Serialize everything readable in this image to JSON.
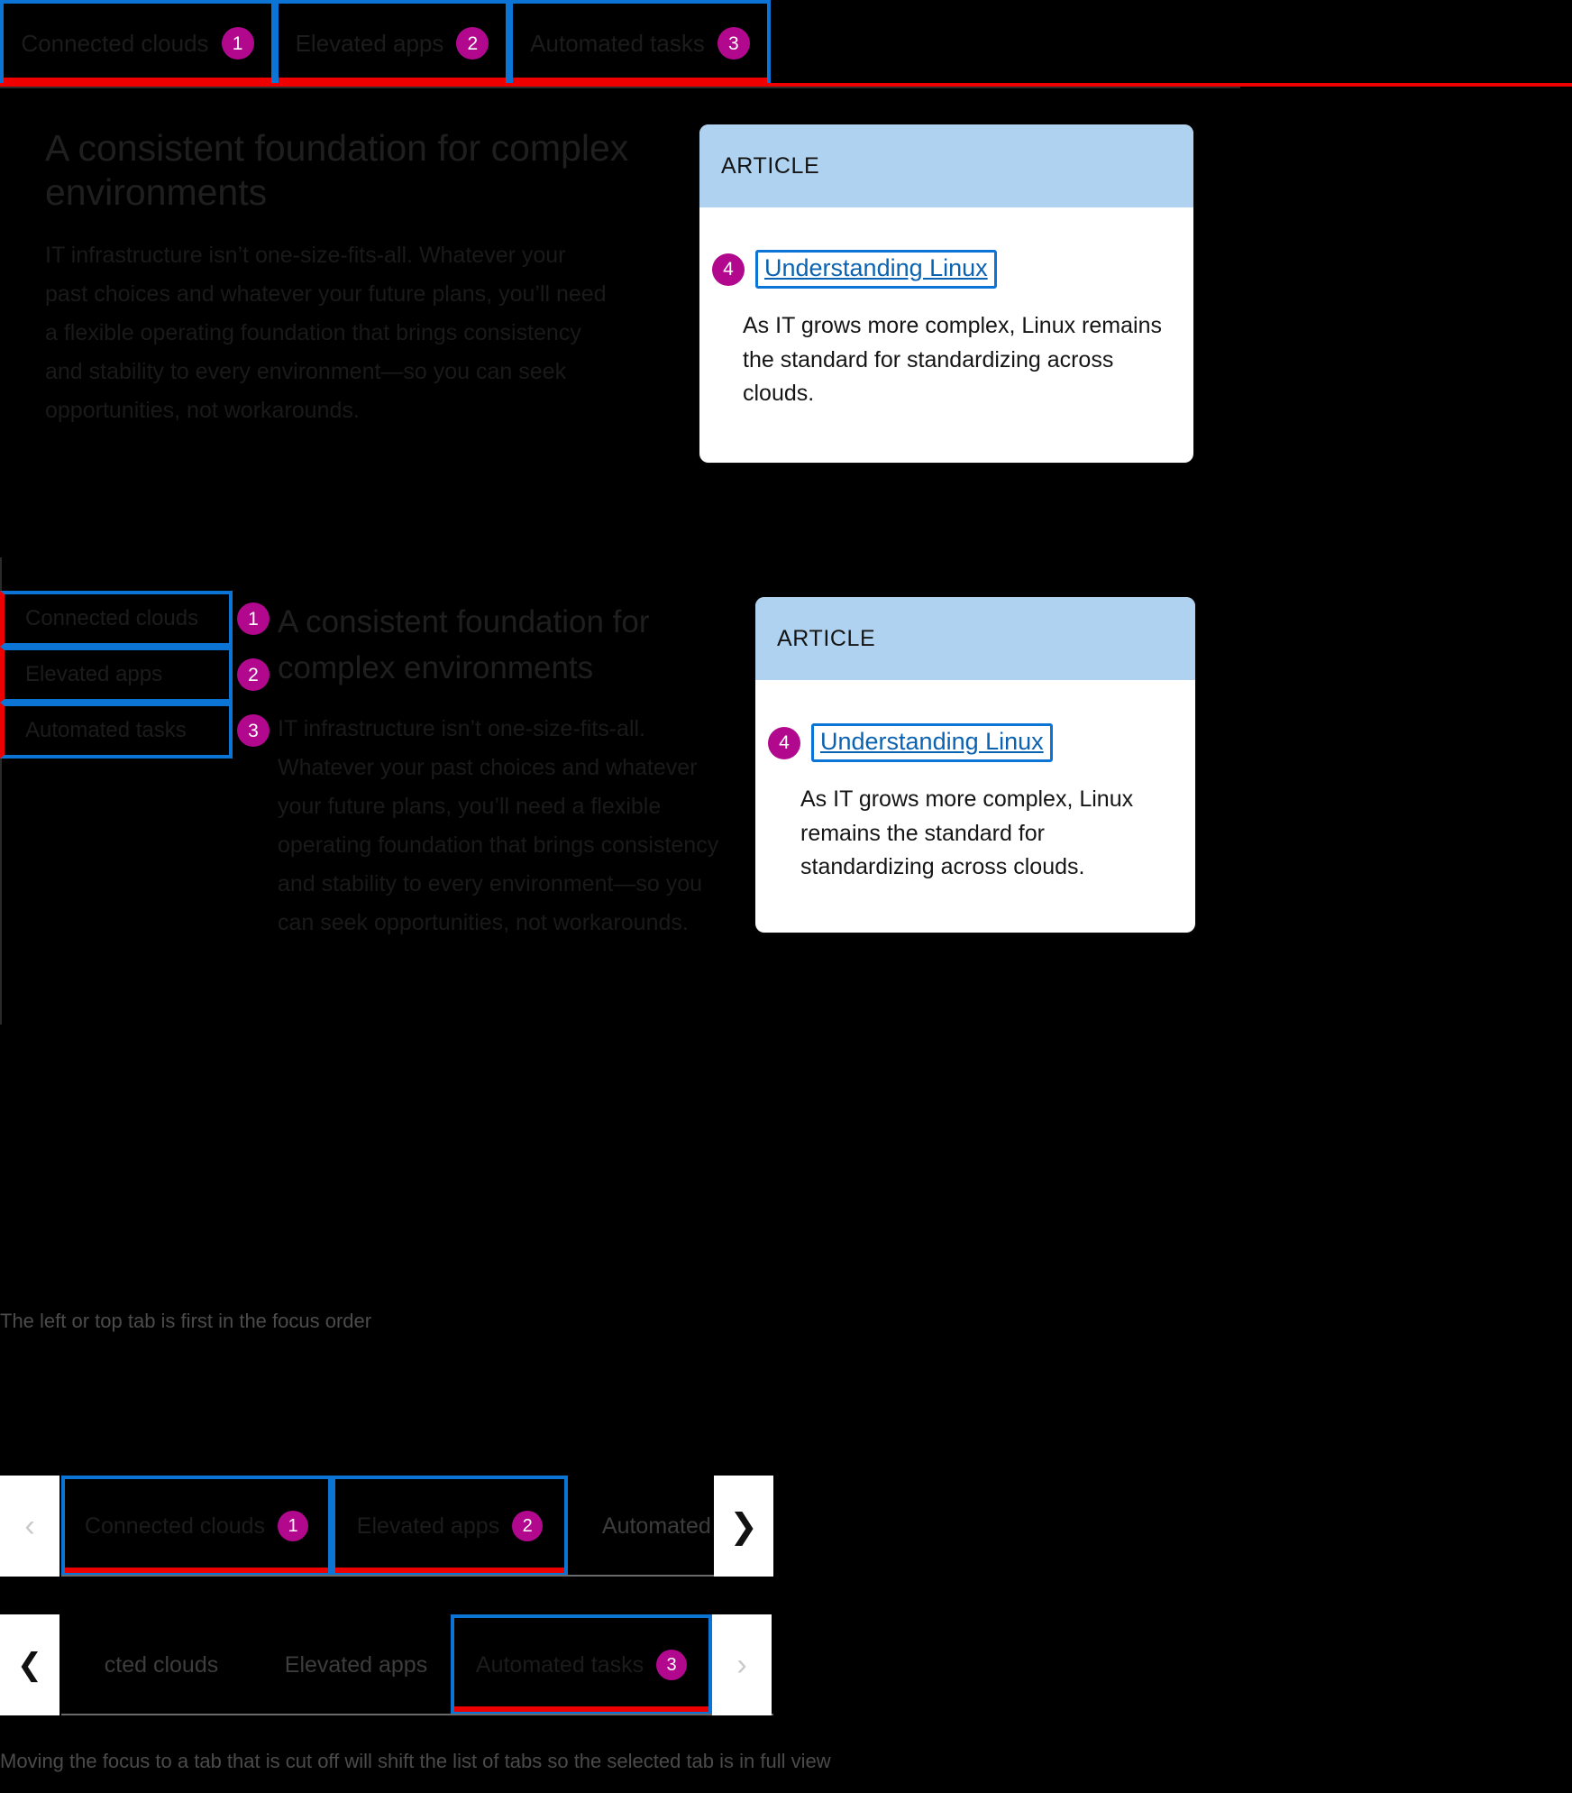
{
  "tabs": [
    {
      "label": "Connected clouds",
      "badge": "1"
    },
    {
      "label": "Elevated apps",
      "badge": "2"
    },
    {
      "label": "Automated tasks",
      "badge": "3"
    }
  ],
  "content": {
    "heading": "A consistent foundation for complex environments",
    "paragraph": "IT infrastructure isn’t one-size-fits-all. Whatever your past choices and whatever your future plans, you’ll need a flexible operating foundation that brings consistency and stability to every environment—so you can seek opportunities, not workarounds."
  },
  "article_card": {
    "eyebrow": "ARTICLE",
    "link_label": "Understanding Linux",
    "link_badge": "4",
    "description": "As IT grows more complex, Linux remains the standard for standardizing across clouds."
  },
  "captions": {
    "focus_order": "The left or top tab is first in the focus order",
    "scroll_shift": "Moving the focus to a tab that is cut off will shift the list of tabs so the selected tab is in full view"
  },
  "scroller": {
    "prev_icon": "chevron-left",
    "next_icon": "chevron-right",
    "prev_glyph": "‹",
    "next_glyph": "›",
    "prev_glyph_bold": "❮",
    "next_glyph_bold": "❯",
    "strip_a": {
      "tabs": [
        {
          "label": "Connected clouds",
          "badge": "1",
          "focused": true,
          "selected": true
        },
        {
          "label": "Elevated apps",
          "badge": "2",
          "focused": true,
          "selected": true
        },
        {
          "label": "Automated tasks",
          "badge": "",
          "focused": false,
          "selected": false
        }
      ]
    },
    "strip_b": {
      "tabs": [
        {
          "label": "cted clouds",
          "badge": "",
          "focused": false,
          "selected": false
        },
        {
          "label": "Elevated apps",
          "badge": "",
          "focused": false,
          "selected": false
        },
        {
          "label": "Automated tasks",
          "badge": "3",
          "focused": true,
          "selected": true
        }
      ]
    }
  },
  "colors": {
    "focus_ring": "#0b74d4",
    "selected_indicator": "#ee0000",
    "badge": "#b1088e",
    "card_header": "#aed2ef",
    "link": "#0b62b0"
  }
}
